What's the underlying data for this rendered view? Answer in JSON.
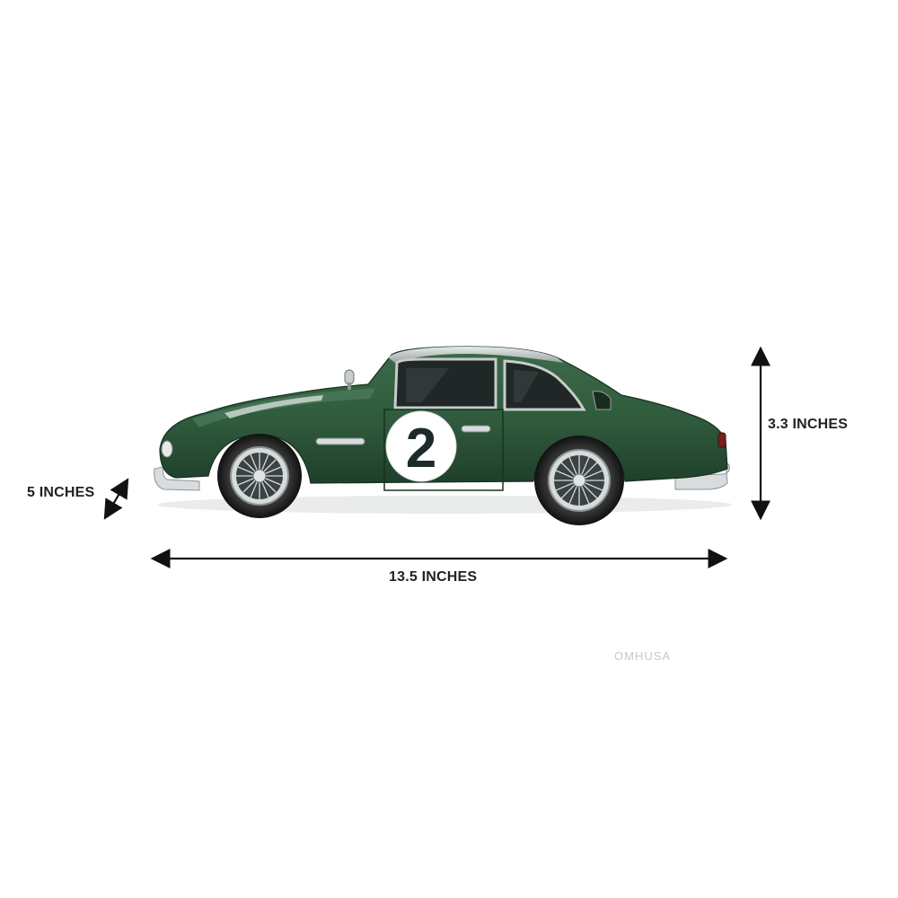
{
  "dimensions": {
    "depth_label": "5 INCHES",
    "length_label": "13.5 INCHES",
    "height_label": "3.3 INCHES"
  },
  "car": {
    "race_number": "2",
    "body_color": "#2f5a3c",
    "body_shadow_color": "#1f3f2a",
    "chrome_color": "#d9dcdf",
    "roundel_color": "#ffffff",
    "number_color": "#1f2a2a"
  },
  "watermark": "OMHUSA",
  "icons": [
    "double-arrow-icon"
  ]
}
